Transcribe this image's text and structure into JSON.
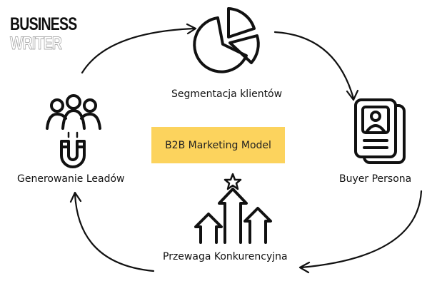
{
  "logo": {
    "line1": "BUSINESS",
    "line2": "WRITER"
  },
  "center_label": "B2B Marketing Model",
  "nodes": {
    "top": "Segmentacja  klientów",
    "right": "Buyer Persona",
    "bottom": "Przewaga Konkurencyjna",
    "left": "Generowanie Leadów"
  },
  "colors": {
    "center_box": "#fcd35d",
    "ink": "#111111"
  }
}
